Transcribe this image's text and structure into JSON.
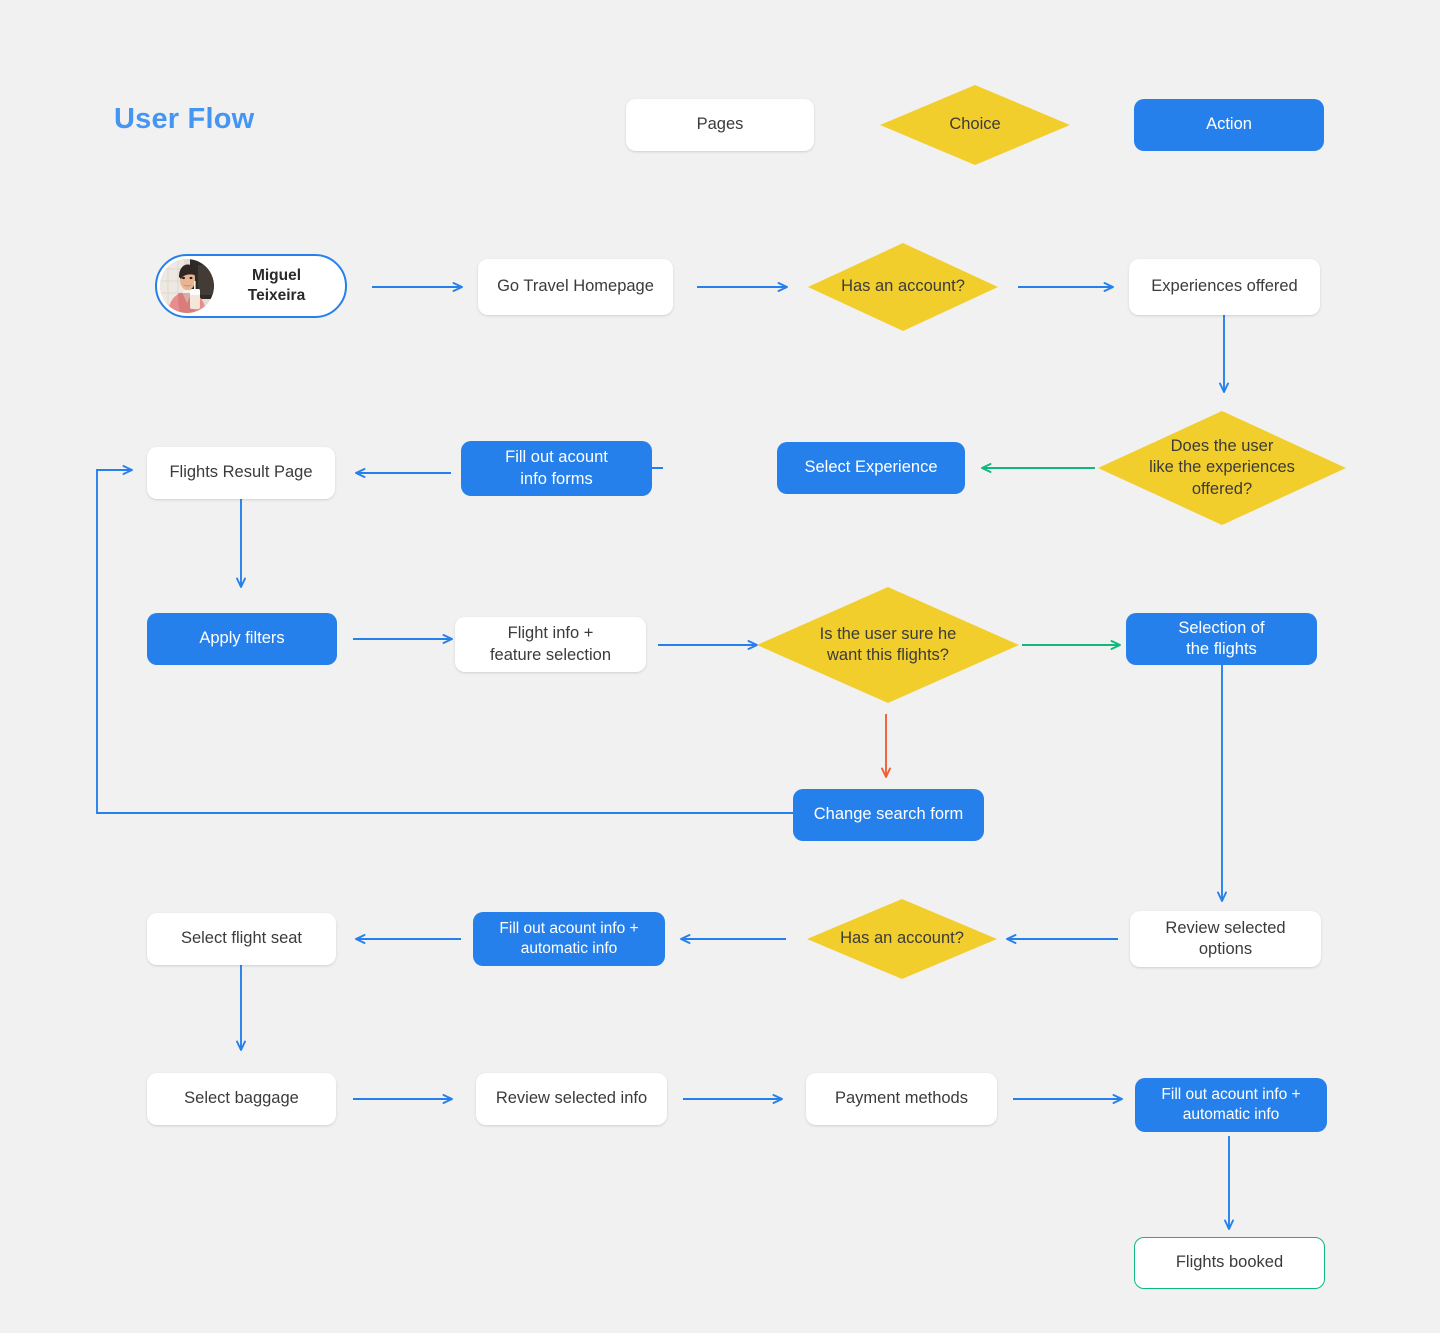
{
  "title": "User Flow",
  "colors": {
    "background": "#F1F1F1",
    "blue": "#2680EB",
    "title_blue": "#4596F3",
    "yellow": "#F2CE2C",
    "green": "#0FB97C",
    "red": "#EF5F33",
    "text": "#3B3B3B",
    "white": "#FFFFFF"
  },
  "legend": [
    {
      "label": "Pages",
      "type": "page"
    },
    {
      "label": "Choice",
      "type": "choice"
    },
    {
      "label": "Action",
      "type": "action"
    }
  ],
  "persona": {
    "name_line1": "Miguel",
    "name_line2": "Teixeira",
    "avatar_alt": "persona-photo"
  },
  "nodes": [
    {
      "id": "go-travel-homepage",
      "label": "Go Travel Homepage",
      "type": "page"
    },
    {
      "id": "has-an-account-1",
      "label": "Has an account?",
      "type": "choice"
    },
    {
      "id": "experiences-offered",
      "label": "Experiences offered",
      "type": "page"
    },
    {
      "id": "does-user-like-experiences",
      "label_lines": [
        "Does the user",
        "like the experiences",
        "offered?"
      ],
      "type": "choice"
    },
    {
      "id": "select-experience",
      "label": "Select Experience",
      "type": "action"
    },
    {
      "id": "fill-out-acount-info-forms",
      "label_lines": [
        "Fill  out acount",
        "info forms"
      ],
      "type": "action"
    },
    {
      "id": "flights-result-page",
      "label": "Flights Result Page",
      "type": "page"
    },
    {
      "id": "apply-filters",
      "label": "Apply filters",
      "type": "action"
    },
    {
      "id": "flight-info-feature-selection",
      "label_lines": [
        "Flight info +",
        "feature selection"
      ],
      "type": "page"
    },
    {
      "id": "is-user-sure",
      "label_lines": [
        "Is the user sure he",
        "want this flights?"
      ],
      "type": "choice"
    },
    {
      "id": "selection-of-the-flights",
      "label_lines": [
        "Selection of",
        "the flights"
      ],
      "type": "action"
    },
    {
      "id": "change-search-form",
      "label": "Change search form",
      "type": "action"
    },
    {
      "id": "review-selected-options",
      "label_lines": [
        "Review selected",
        "options"
      ],
      "type": "page"
    },
    {
      "id": "has-an-account-2",
      "label": "Has an account?",
      "type": "choice"
    },
    {
      "id": "fill-out-acount-info-automatic-1",
      "label_lines": [
        "Fill  out acount  info +",
        "automatic info"
      ],
      "type": "action"
    },
    {
      "id": "select-flight-seat",
      "label": "Select flight seat",
      "type": "page"
    },
    {
      "id": "select-baggage",
      "label": "Select baggage",
      "type": "page"
    },
    {
      "id": "review-selected-info",
      "label": "Review selected info",
      "type": "page"
    },
    {
      "id": "payment-methods",
      "label": "Payment methods",
      "type": "page"
    },
    {
      "id": "fill-out-acount-info-automatic-2",
      "label_lines": [
        "Fill  out acount  info +",
        "automatic info"
      ],
      "type": "action"
    },
    {
      "id": "flights-booked",
      "label": "Flights booked",
      "type": "terminal"
    }
  ]
}
